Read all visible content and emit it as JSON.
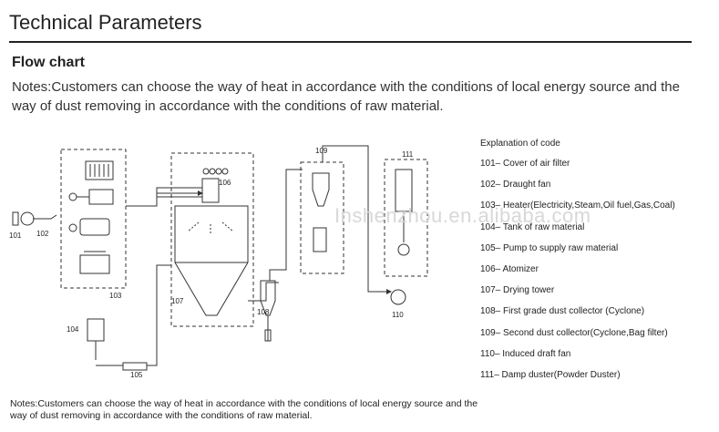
{
  "header": {
    "title": "Technical Parameters"
  },
  "section": {
    "subtitle": "Flow chart",
    "notes": "Notes:Customers can choose the way of heat in accordance with the conditions of local energy source and the way of dust removing in accordance with the conditions of raw material."
  },
  "diagram": {
    "labels": [
      "101",
      "102",
      "103",
      "104",
      "105",
      "106",
      "107",
      "108",
      "109",
      "110",
      "111"
    ],
    "watermark": "Inshenzhou.en.alibaba.com"
  },
  "legend": {
    "title": "Explanation of code",
    "items": [
      "101– Cover of air filter",
      "102– Draught fan",
      "103– Heater(Electricity,Steam,Oil fuel,Gas,Coal)",
      "104– Tank of raw material",
      "105– Pump to supply raw material",
      "106– Atomizer",
      "107– Drying tower",
      "108– First grade dust collector (Cyclone)",
      "109– Second dust collector(Cyclone,Bag filter)",
      "110– Induced draft fan",
      "111– Damp duster(Powder Duster)"
    ]
  },
  "footer": {
    "notes": "Notes:Customers can choose the way of heat in accordance with the conditions of local energy source and the way of dust removing in accordance with the conditions of raw material."
  }
}
